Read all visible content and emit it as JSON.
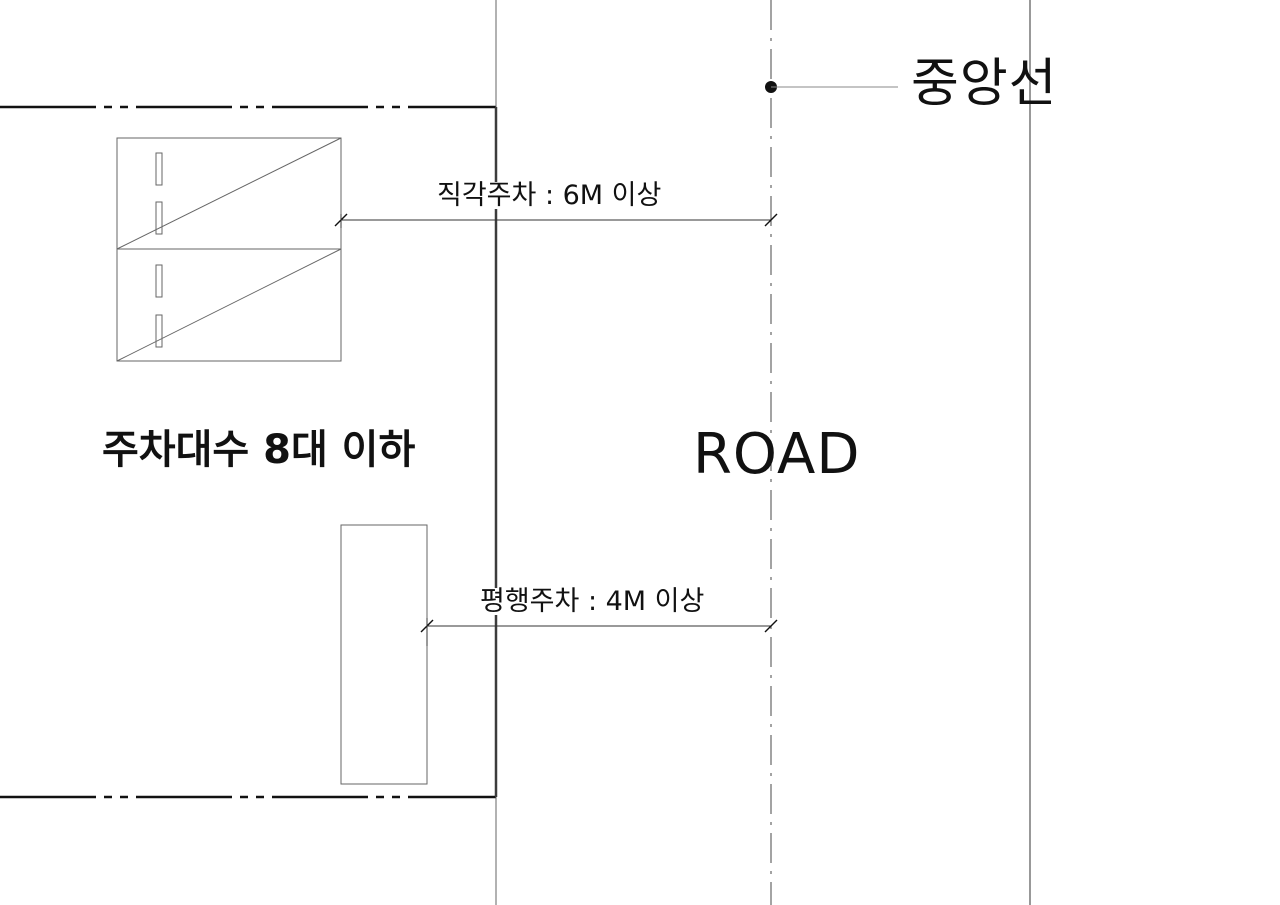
{
  "labels": {
    "centerline": "중앙선",
    "perpendicular_parking": "직각주차 : 6M 이상",
    "parallel_parking": "평행주차 : 4M 이상",
    "capacity": "주차대수 8대 이하",
    "road": "ROAD"
  },
  "colors": {
    "line": "#111111",
    "thin_line": "#555555",
    "background": "#ffffff"
  }
}
